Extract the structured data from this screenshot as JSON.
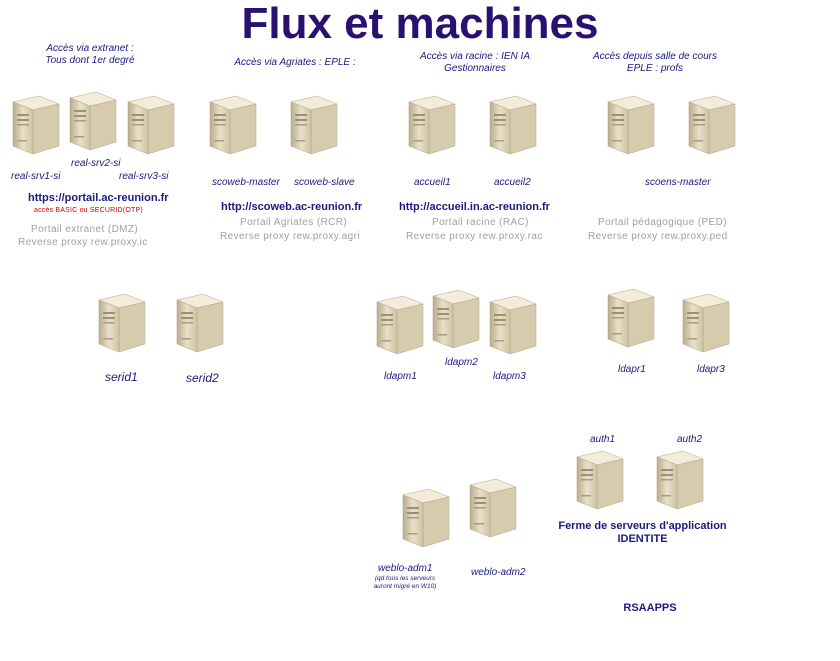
{
  "title": "Flux et machines",
  "headers": {
    "extranet": [
      "Accès via extranet :",
      "Tous dont 1er degré"
    ],
    "agriates": "Accès via Agriates : EPLE :",
    "racine": [
      "Accès via racine : IEN IA",
      "Gestionnaires"
    ],
    "salle": [
      "Accès depuis salle de cours",
      "EPLE : profs"
    ]
  },
  "servers": {
    "real_srv1": "real-srv1-si",
    "real_srv2": "real-srv2-si",
    "real_srv3": "real-srv3-si",
    "scoweb_master": "scoweb-master",
    "scoweb_slave": "scoweb-slave",
    "accueil1": "accueil1",
    "accueil2": "accueil2",
    "scoens_master": "scoens-master",
    "serid1": "serid1",
    "serid2": "serid2",
    "ldapm1": "ldapm1",
    "ldapm2": "ldapm2",
    "ldapm3": "ldapm3",
    "ldapr1": "ldapr1",
    "ldapr3": "ldapr3",
    "auth1": "auth1",
    "auth2": "auth2",
    "weblo_adm1": "weblo-adm1",
    "weblo_adm2": "weblo-adm2"
  },
  "urls": {
    "portail": "https://portail.ac-reunion.fr",
    "scoweb": "http://scoweb.ac-reunion.fr",
    "accueil": "http://accueil.in.ac-reunion.fr"
  },
  "notes": {
    "portail_access": "accès BASIC ou SECURID(OTP)",
    "portail_desc": "Portail extranet (DMZ)",
    "portail_proxy": "Reverse proxy  rew.proxy.ic",
    "scoweb_desc": "Portail Agriates (RCR)",
    "scoweb_proxy": "Reverse proxy  rew.proxy.agri",
    "accueil_desc": "Portail racine (RAC)",
    "accueil_proxy": "Reverse proxy  rew.proxy.rac",
    "scoens_desc": "Portail pédagogique (PED)",
    "scoens_proxy": "Reverse proxy  rew.proxy.ped",
    "weblo_note": [
      "(qd tous les serveurs",
      "auront migré en W10)"
    ],
    "farm": [
      "Ferme de serveurs d'application",
      "IDENTITE"
    ],
    "rsaapps": "RSAAPPS"
  },
  "colors": {
    "title": "#2a1070",
    "text": "#1a1a80",
    "red": "#d00000",
    "gray": "#a0a0a0",
    "server_body": "#e2d8bf"
  }
}
